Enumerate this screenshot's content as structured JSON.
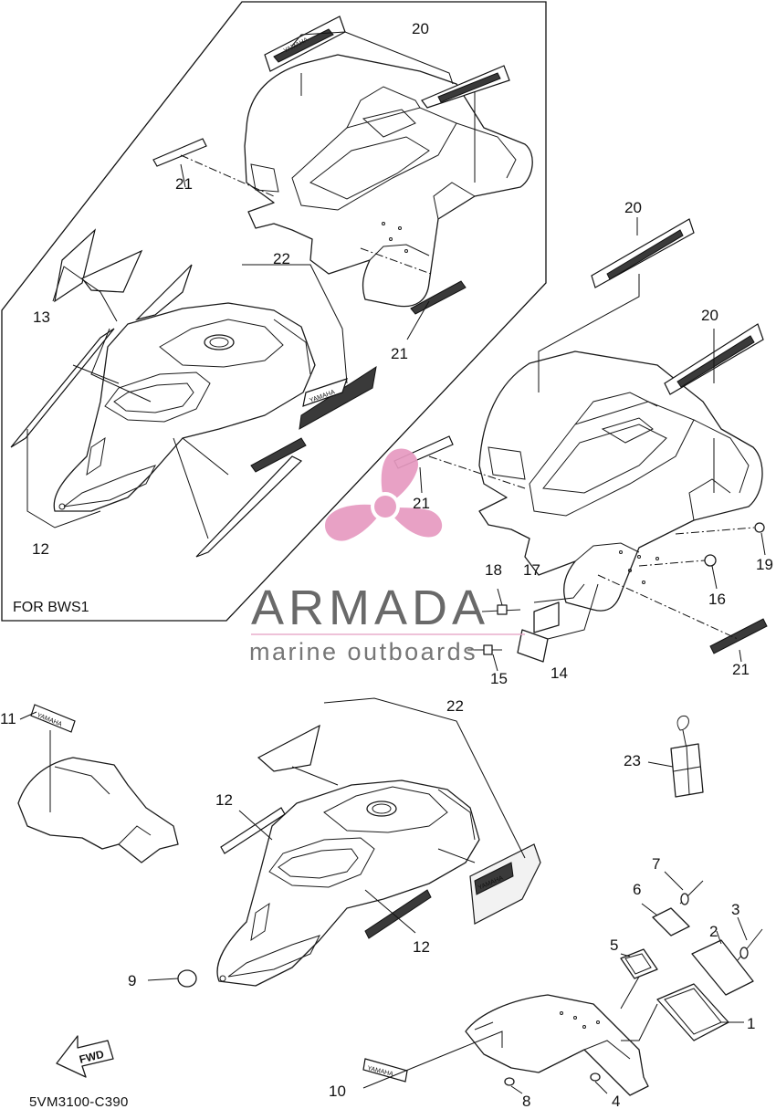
{
  "diagram": {
    "inset_caption": "FOR BWS1",
    "catalog_code": "5VM3100-C390",
    "fwd_arrow_label": "FWD",
    "decal_text": "YAMAHA",
    "watermark": {
      "brand": "ARMADA",
      "tagline": "marine outboards",
      "logo_color": "#e79ac1",
      "divider_color": "#e8a8c8"
    },
    "callouts": {
      "c1": "1",
      "c2": "2",
      "c3": "3",
      "c4": "4",
      "c5": "5",
      "c6": "6",
      "c7": "7",
      "c8": "8",
      "c9": "9",
      "c10": "10",
      "c11": "11",
      "c12a": "12",
      "c12b": "12",
      "c12c": "12",
      "c13": "13",
      "c14": "14",
      "c15": "15",
      "c16": "16",
      "c17": "17",
      "c18": "18",
      "c19": "19",
      "c20a": "20",
      "c20b": "20",
      "c20c": "20",
      "c21a": "21",
      "c21b": "21",
      "c21c": "21",
      "c21d": "21",
      "c22a": "22",
      "c22b": "22",
      "c23": "23"
    }
  }
}
